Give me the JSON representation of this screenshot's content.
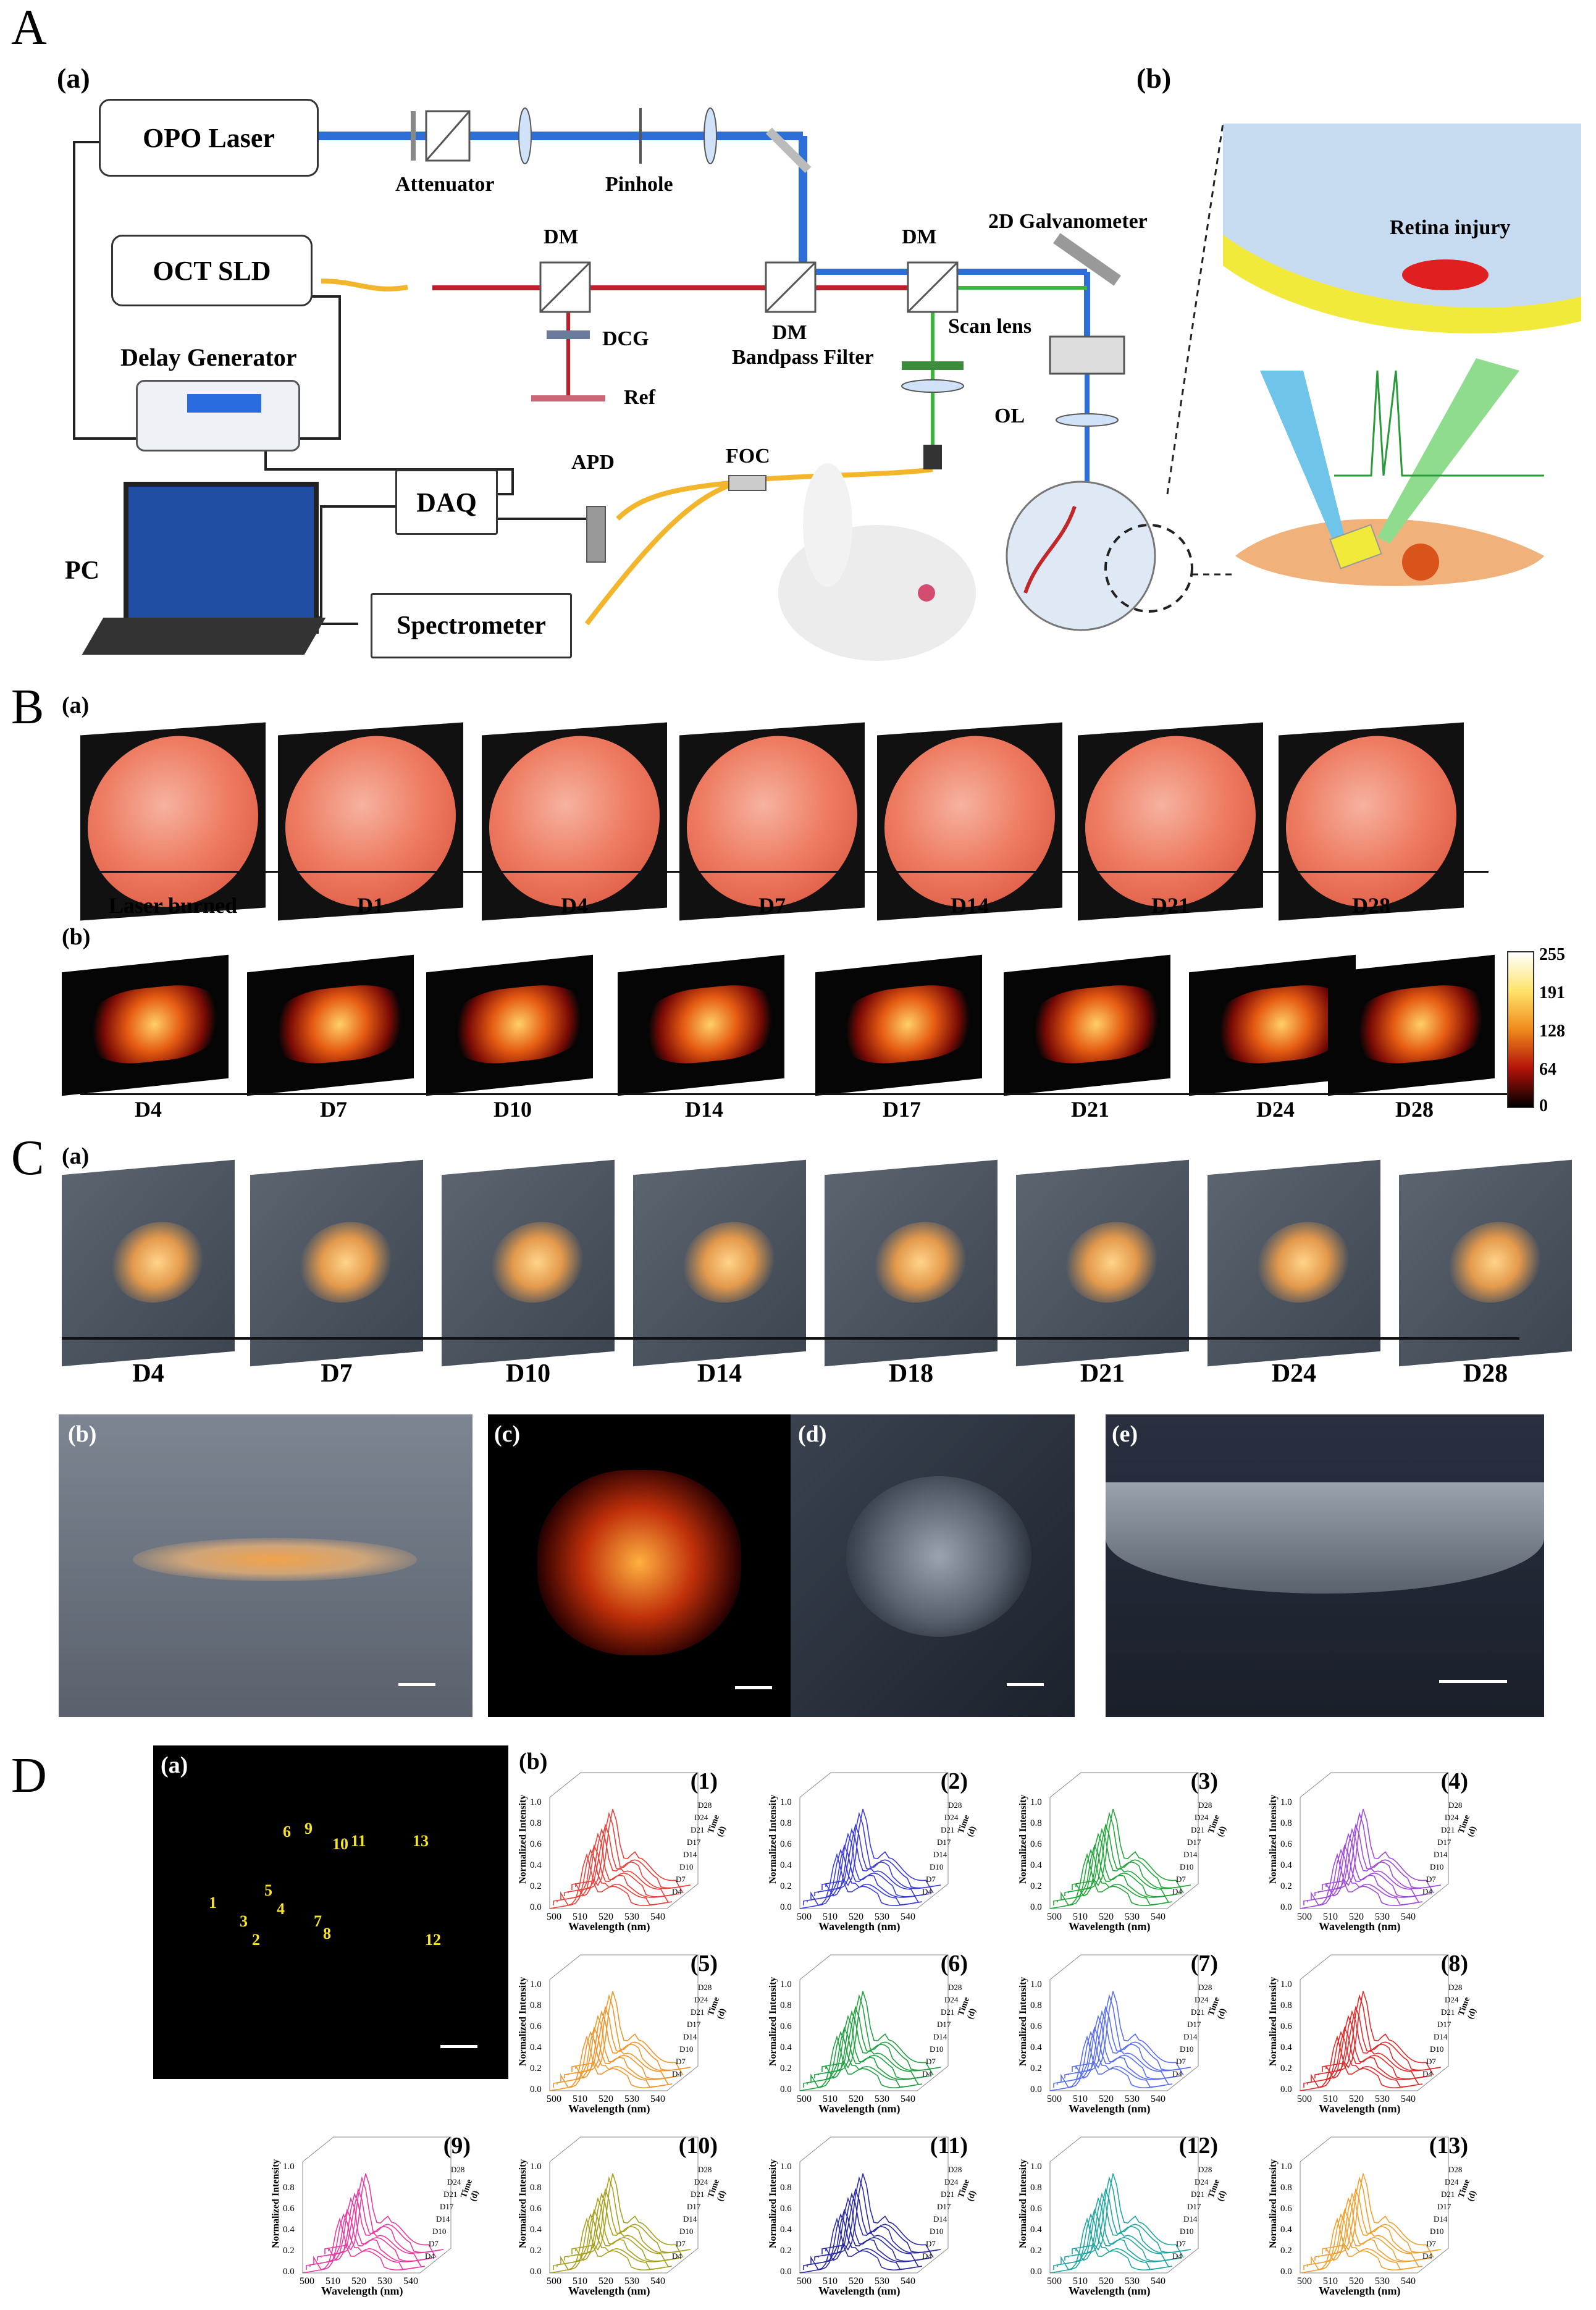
{
  "panels": {
    "A": "A",
    "B": "B",
    "C": "C",
    "D": "D"
  },
  "sub": {
    "a": "(a)",
    "b": "(b)",
    "c": "(c)",
    "d": "(d)",
    "e": "(e)"
  },
  "setup": {
    "opo_laser": "OPO Laser",
    "attenuator": "Attenuator",
    "pinhole": "Pinhole",
    "oct_sld": "OCT SLD",
    "dm1": "DM",
    "dm2": "DM",
    "dm3": "DM",
    "dcg": "DCG",
    "ref": "Ref",
    "bandpass": "Bandpass Filter",
    "galvo": "2D Galvanometer",
    "scan_lens": "Scan lens",
    "ol": "OL",
    "delay_gen": "Delay Generator",
    "daq": "DAQ",
    "apd": "APD",
    "foc": "FOC",
    "pc": "PC",
    "spectrometer": "Spectrometer",
    "retina_injury": "Retina injury"
  },
  "row_Ba": [
    "Laser burned",
    "D1",
    "D4",
    "D7",
    "D14",
    "D21",
    "D28"
  ],
  "row_Bb": [
    "D4",
    "D7",
    "D10",
    "D14",
    "D17",
    "D21",
    "D24",
    "D28"
  ],
  "colorbar": [
    "255",
    "191",
    "128",
    "64",
    "0"
  ],
  "row_Ca": [
    "D4",
    "D7",
    "D10",
    "D14",
    "D18",
    "D21",
    "D24",
    "D28"
  ],
  "spot_numbers": [
    "1",
    "2",
    "3",
    "4",
    "5",
    "6",
    "7",
    "8",
    "9",
    "10",
    "11",
    "12",
    "13"
  ],
  "spectra": {
    "titles": [
      "(1)",
      "(2)",
      "(3)",
      "(4)",
      "(5)",
      "(6)",
      "(7)",
      "(8)",
      "(9)",
      "(10)",
      "(11)",
      "(12)",
      "(13)"
    ],
    "colors": [
      "#e8403a",
      "#3b3bd8",
      "#22a63a",
      "#a04ad8",
      "#f0952a",
      "#20a040",
      "#5a6ef0",
      "#e02a2a",
      "#e83aa0",
      "#a8a020",
      "#2a2aa0",
      "#20a6a0",
      "#f0a030"
    ],
    "xlabel": "Wavelength (nm)",
    "ylabel": "Normalized Intensity",
    "xticks": [
      "500",
      "510",
      "520",
      "530",
      "540"
    ],
    "yticks": [
      "1.0",
      "0.8",
      "0.6",
      "0.4",
      "0.2",
      "0.0"
    ],
    "days": [
      "D28",
      "D24",
      "D21",
      "D17",
      "D14",
      "D10",
      "D7",
      "D4"
    ],
    "zlabel": "Time (d)"
  }
}
